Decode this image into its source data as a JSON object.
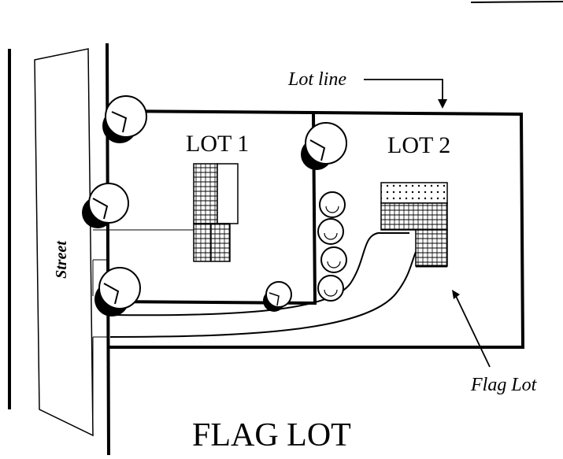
{
  "labels": {
    "lot1": "LOT 1",
    "lot2": "LOT 2",
    "lot_line": "Lot line",
    "street": "Street",
    "flag_lot": "Flag Lot",
    "title": "FLAG LOT"
  }
}
